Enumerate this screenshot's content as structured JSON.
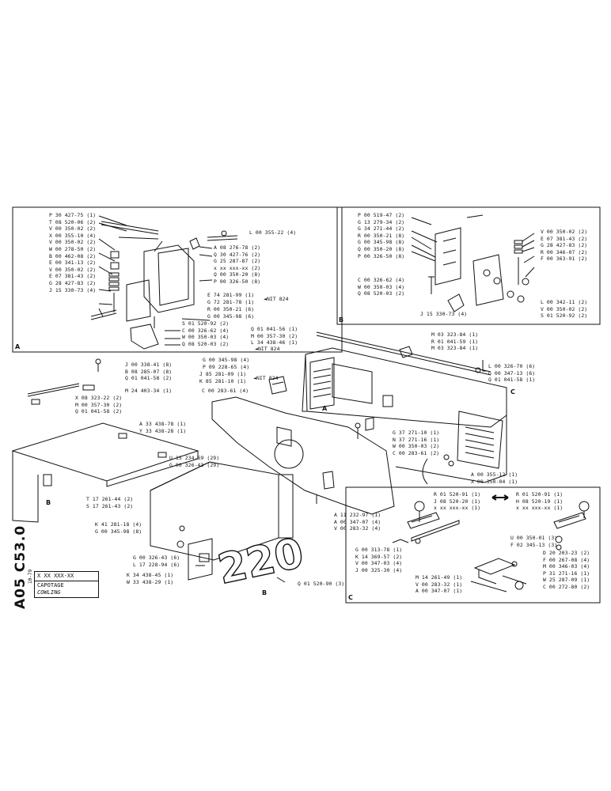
{
  "sheet": {
    "code": "A05 C53.0",
    "date": "10-79",
    "ref": "X XX XXX-XX",
    "title": "CAPOTAGE",
    "subtitle": "COWLING"
  },
  "callouts": [
    "A",
    "B",
    "C",
    "A",
    "B",
    "C",
    "B"
  ],
  "model_number": "220",
  "box_a": {
    "left_labels": [
      "P 30 427-75 (1)",
      "T 08 520-06 (2)",
      "V 00 350-02 (2)",
      "X 00 355-10 (4)",
      "V 00 350-02 (2)",
      "W 00 278-50 (2)",
      "B 00 462-08 (2)",
      "E 00 341-13 (2)",
      "V 00 350-02 (2)",
      "E 07 381-43 (2)",
      "G 28 427-83 (2)",
      "J 15 330-73 (4)"
    ],
    "right_top": [
      "L 00 355-22 (4)"
    ],
    "right_mid": [
      "A 08 276-78 (2)",
      "Q 30 427-76 (2)",
      "G 25 287-87 (2)",
      "x xx xxx-xx (2)",
      "Q 00 350-20 (8)",
      "P 00 326-50 (8)"
    ],
    "nit_a_lines": [
      "E 74 281-99 (1)",
      "G 72 281-78 (1)"
    ],
    "nit_a_tag": "◄NIT 824",
    "right_low": [
      "R 00 350-21 (6)",
      "G 00 345-98 (6)"
    ],
    "bottom": [
      "S 01 520-92 (2)",
      "C 00 326-62 (4)",
      "W 00 350-03 (4)",
      "Q 08 520-03 (2)"
    ]
  },
  "box_b": {
    "left_labels": [
      "P 00 519-47 (2)",
      "G 13 279-34 (2)",
      "G 34 271-44 (2)",
      "R 00 350-21 (8)",
      "G 00 345-98 (8)",
      "Q 00 350-20 (8)",
      "P 00 326-50 (8)"
    ],
    "left_low": [
      "C 00 326-62 (4)",
      "W 00 350-03 (4)",
      "Q 08 520-03 (2)"
    ],
    "right_labels": [
      "V 00 350-02 (2)",
      "E 07 381-43 (2)",
      "G 28 427-83 (2)",
      "R 00 346-07 (2)",
      "F 00 363-91 (2)"
    ],
    "right_low": [
      "L 00 342-11 (2)",
      "V 00 350-02 (2)",
      "S 01 520-92 (2)"
    ],
    "bottom": "J 15 330-73 (4)"
  },
  "main": {
    "top_center": [
      "Q 01 041-56 (1)",
      "M 00 357-30 (2)",
      "L 34 438-46 (1)"
    ],
    "top_nit": "◄NIT 824",
    "top_right": [
      "M 03 323-84 (1)",
      "R 01 041-59 (1)",
      "M 03 323-84 (1)"
    ],
    "right_mid": [
      "L 00 326-70 (6)",
      "G 00 347-13 (6)",
      "Q 01 041-58 (1)"
    ],
    "left_mid": [
      "J 00 338-41 (8)",
      "B 08 285-07 (8)",
      "Q 01 041-58 (2)"
    ],
    "left_mid_single": "M 24 403-34 (1)",
    "left_low": [
      "X 08 323-22 (2)",
      "M 00 357-30 (2)",
      "Q 01 041-58 (2)"
    ],
    "center_mid": [
      "G 00 345-98 (4)",
      "P 09 228-65 (4)"
    ],
    "nit_b_lines": [
      "J 85 281-09 (1)",
      "K 85 281-10 (1)"
    ],
    "nit_b_tag": "◄NIT 824",
    "center_mid_2": "C 00 283-61 (4)",
    "fender_labels": [
      "A 33 438-78 (1)",
      "Y 33 438-28 (1)"
    ],
    "u_labels": [
      "U 15 234-69 (29)",
      "G 00 326-43 (29)"
    ],
    "door_labels": [
      "G 37 271-10 (1)",
      "N 37 271-16 (1)",
      "W 00 350-03 (2)",
      "C 00 283-61 (2)"
    ],
    "bottom_left": [
      "T 17 261-44 (2)",
      "S 17 261-43 (2)"
    ],
    "k41": [
      "K 41 281-18 (4)",
      "G 00 345-98 (8)"
    ],
    "g326": [
      "G 00 326-43 (6)",
      "L 17 228-94 (6)"
    ],
    "k34": [
      "K 34 438-45 (1)",
      "W 33 438-29 (1)"
    ],
    "center_low": [
      "A 11 232-97 (1)",
      "A 00 347-07 (4)",
      "V 00 283-32 (4)"
    ],
    "q01_low": "Q 01 520-90 (3)",
    "a00_right": [
      "A 00 355-12 (1)",
      "X 00 350-04 (1)"
    ]
  },
  "box_c": {
    "top_left": [
      "R 01 520-91 (1)",
      "J 08 520-20 (1)",
      "x xx xxx-xx (1)"
    ],
    "top_right": [
      "R 01 520-91 (1)",
      "H 08 520-19 (1)",
      "x xx xxx-xx (1)"
    ],
    "mid_right": [
      "U 00 350-01 (3)",
      "F 02 345-13 (3)"
    ],
    "left_labels": [
      "G 00 313-78 (1)",
      "K 14 369-57 (2)",
      "V 00 347-03 (4)",
      "J 00 325-30 (4)"
    ],
    "mid_labels": [
      "M 14 261-49 (1)",
      "V 00 283-32 (1)",
      "A 00 347-07 (1)"
    ],
    "right_labels": [
      "D 20 203-23 (2)",
      "F 00 267-08 (4)",
      "M 00 346-03 (4)",
      "P 31 271-16 (1)",
      "W 25 287-09 (1)",
      "C 00 272-80 (2)"
    ]
  }
}
